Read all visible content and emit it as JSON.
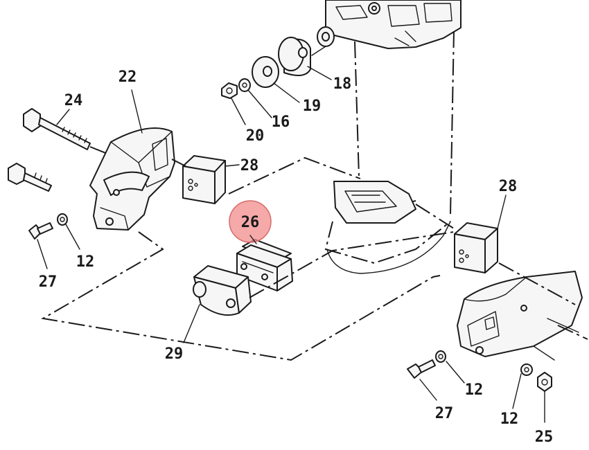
{
  "highlight": {
    "label": "26",
    "color": "#f28c8c"
  },
  "labels": {
    "p22": "22",
    "p24": "24",
    "p20": "20",
    "p16": "16",
    "p19": "19",
    "p18": "18",
    "p28a": "28",
    "p28b": "28",
    "p12a": "12",
    "p27a": "27",
    "p29": "29",
    "p12b": "12",
    "p27b": "27",
    "p12c": "12",
    "p25": "25"
  }
}
